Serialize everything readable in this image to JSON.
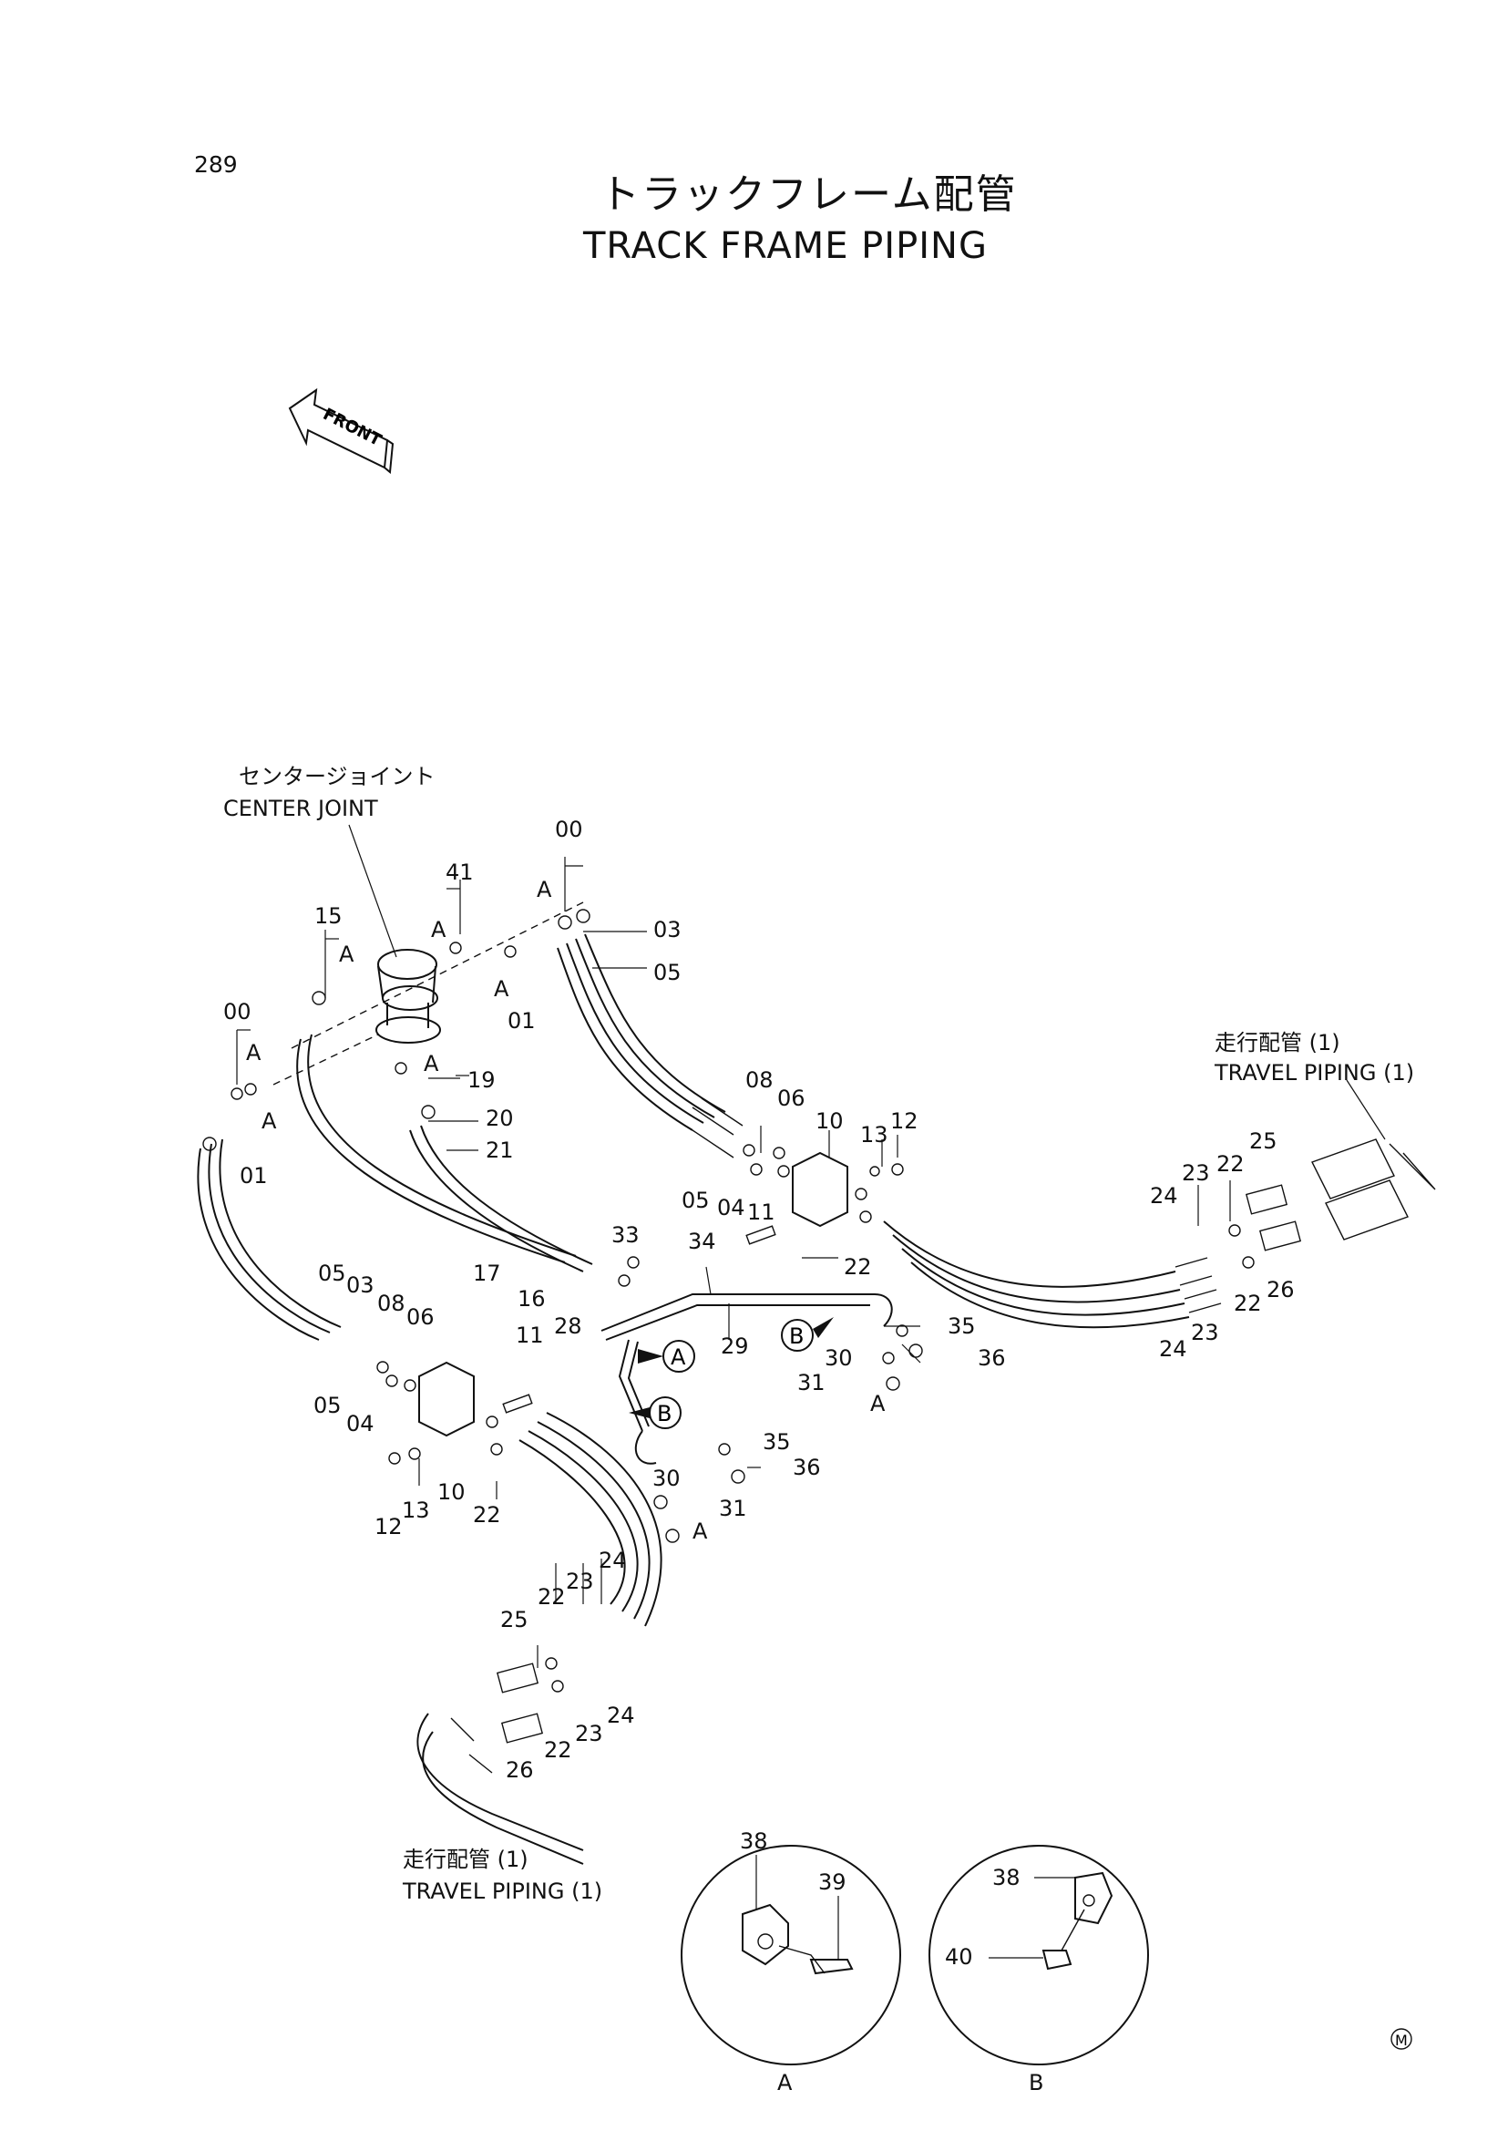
{
  "page_number": "289",
  "title_jp": "トラックフレーム配管",
  "title_en": "TRACK FRAME PIPING",
  "front_label": "FRONT",
  "center_joint": {
    "jp": "センタージョイント",
    "en": "CENTER JOINT"
  },
  "travel_piping_right": {
    "jp": "走行配管 (1)",
    "en": "TRAVEL PIPING (1)"
  },
  "travel_piping_bottom": {
    "jp": "走行配管 (1)",
    "en": "TRAVEL PIPING (1)"
  },
  "detail_a_label": "A",
  "detail_b_label": "B",
  "marker_a": "A",
  "marker_b": "B",
  "maker_mark": "M",
  "part_numbers": [
    "00",
    "01",
    "03",
    "04",
    "05",
    "06",
    "08",
    "10",
    "11",
    "12",
    "13",
    "15",
    "16",
    "17",
    "19",
    "20",
    "21",
    "22",
    "23",
    "24",
    "25",
    "26",
    "28",
    "29",
    "30",
    "31",
    "33",
    "34",
    "35",
    "36",
    "38",
    "39",
    "40",
    "41"
  ]
}
